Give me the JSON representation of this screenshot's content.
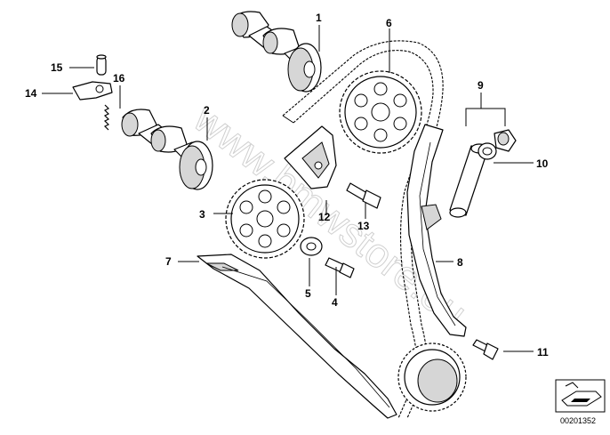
{
  "watermark": "www.bmwstore.eu",
  "document_number": "00201352",
  "callouts": [
    {
      "id": "1",
      "label": "1"
    },
    {
      "id": "2",
      "label": "2"
    },
    {
      "id": "3",
      "label": "3"
    },
    {
      "id": "4",
      "label": "4"
    },
    {
      "id": "5",
      "label": "5"
    },
    {
      "id": "6",
      "label": "6"
    },
    {
      "id": "7",
      "label": "7"
    },
    {
      "id": "8",
      "label": "8"
    },
    {
      "id": "9",
      "label": "9"
    },
    {
      "id": "10",
      "label": "10"
    },
    {
      "id": "11",
      "label": "11"
    },
    {
      "id": "12",
      "label": "12"
    },
    {
      "id": "13",
      "label": "13"
    },
    {
      "id": "14",
      "label": "14"
    },
    {
      "id": "15",
      "label": "15"
    },
    {
      "id": "16",
      "label": "16"
    }
  ]
}
